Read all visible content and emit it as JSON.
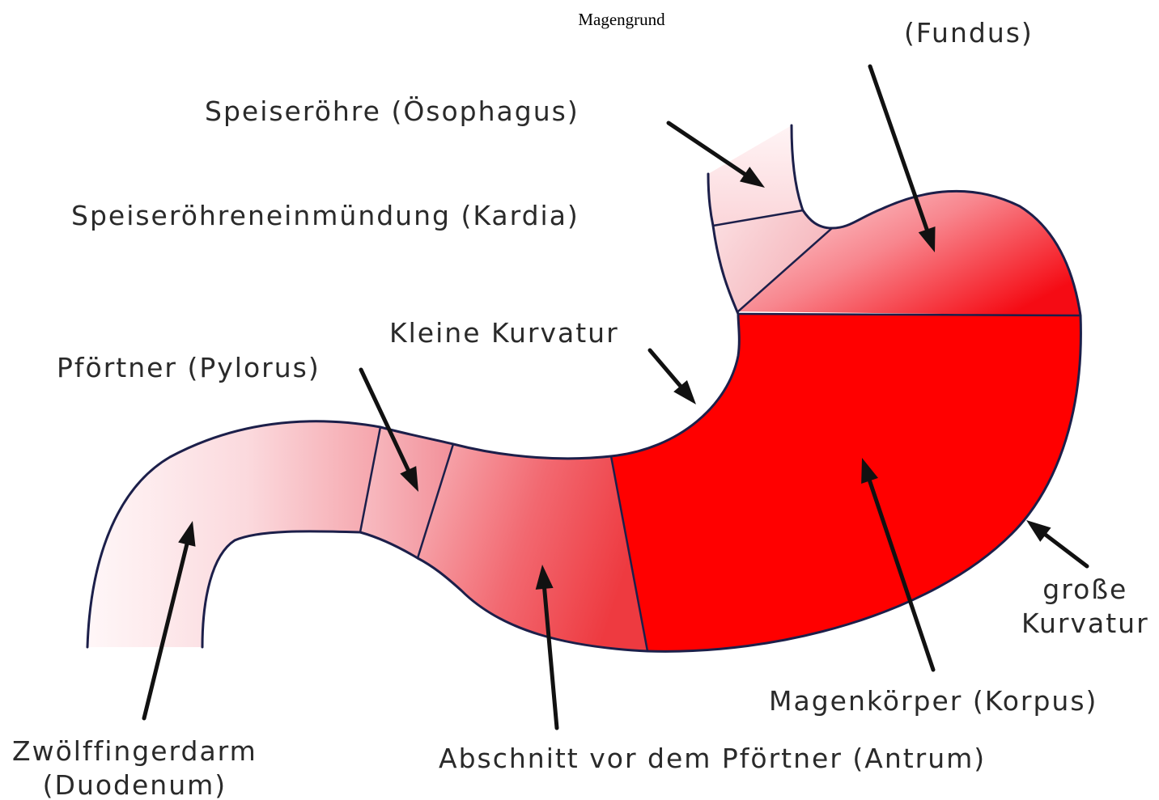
{
  "diagram": {
    "title": "Magengrund",
    "colors": {
      "corpus_red": "#ff0000",
      "outline": "#1c1f4a",
      "arrow": "#111111",
      "pale_pink": "#fde7ea"
    },
    "labels": {
      "fundus": "(Fundus)",
      "oesophagus": "Speiseröhre (Ösophagus)",
      "kardia": "Speiseröhreneinmündung (Kardia)",
      "kleine_kurvatur": "Kleine Kurvatur",
      "pylorus": "Pförtner (Pylorus)",
      "grosse_kurvatur": "große\nKurvatur",
      "korpus": "Magenkörper (Korpus)",
      "antrum": "Abschnitt vor dem Pförtner (Antrum)",
      "duodenum": "Zwölffingerdarm\n(Duodenum)"
    }
  }
}
